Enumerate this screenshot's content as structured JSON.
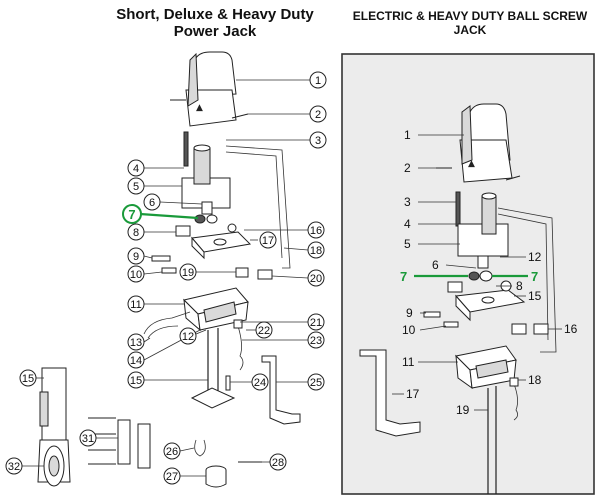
{
  "titles": {
    "left_line1": "Short, Deluxe & Heavy Duty",
    "left_line2": "Power Jack",
    "right": "ELECTRIC & HEAVY DUTY BALL SCREW JACK"
  },
  "left_callouts": {
    "c1": "1",
    "c2": "2",
    "c3": "3",
    "c4": "4",
    "c5": "5",
    "c6": "6",
    "c7": "7",
    "c8": "8",
    "c9": "9",
    "c10": "10",
    "c11": "11",
    "c12": "12",
    "c13": "13",
    "c14": "14",
    "c15a": "15",
    "c15b": "15",
    "c16": "16",
    "c17": "17",
    "c18": "18",
    "c19": "19",
    "c20": "20",
    "c21": "21",
    "c22": "22",
    "c23": "23",
    "c24": "24",
    "c25": "25",
    "c26": "26",
    "c27": "27",
    "c28": "28",
    "c31": "31",
    "c32": "32"
  },
  "right_labels": {
    "r1": "1",
    "r2": "2",
    "r3": "3",
    "r4": "4",
    "r5": "5",
    "r6": "6",
    "r7a": "7",
    "r7b": "7",
    "r8": "8",
    "r9": "9",
    "r10": "10",
    "r11": "11",
    "r12": "12",
    "r15": "15",
    "r16": "16",
    "r17": "17",
    "r18": "18",
    "r19": "19"
  },
  "colors": {
    "highlight": "#1a9a3a",
    "panel_bg": "#ececec",
    "ink": "#222222"
  }
}
